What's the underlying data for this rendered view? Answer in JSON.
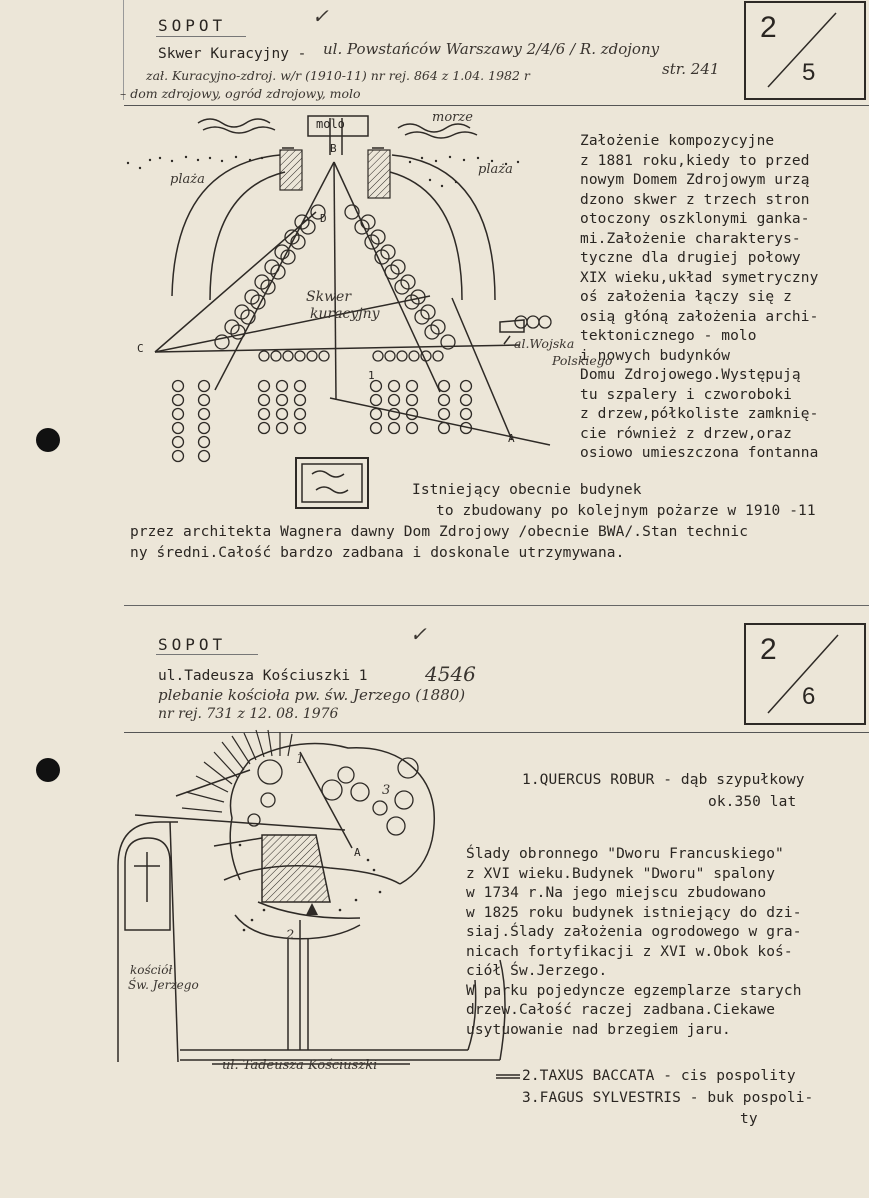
{
  "card1": {
    "city": "SOPOT",
    "check": "✓",
    "address_typed": "Skwer Kuracyjny -",
    "address_hand": "ul. Powstańców Warszawy 2/4/6 / R. zdojony",
    "hand_page": "str. 241",
    "hand_note_1": "zał. Kuracyjno-zdroj. w/r (1910-11) nr rej. 864 z 1.04. 1982 r",
    "hand_note_2": "– dom zdrojowy, ogród zdrojowy, molo",
    "card_number_top": "2",
    "card_number_bottom": "5",
    "map_labels": {
      "molo": "molo",
      "morze": "morze",
      "plaza_left": "plaża",
      "plaza_right": "plaża",
      "skwer": "Skwer",
      "kuracyjny": "kuracyjny",
      "wojska": "al.Wojska",
      "polskiego": "Polskiego",
      "b": "B",
      "c": "C",
      "d": "D",
      "a": "A",
      "one": "1"
    },
    "text_lines": [
      "Założenie kompozycyjne",
      "z 1881 roku,kiedy to przed",
      "nowym Domem Zdrojowym urzą",
      "dzono skwer z trzech stron",
      "otoczony oszklonymi ganka-",
      "mi.Założenie charakterys-",
      "tyczne dla drugiej połowy",
      "XIX wieku,układ symetryczny",
      "oś założenia łączy się z",
      "osią głóną założenia archi-",
      "tektonicznego - molo",
      "i nowych budynków",
      "Domu Zdrojowego.Występują",
      "tu szpalery i czworoboki",
      "z drzew,półkoliste zamknię-",
      "cie również z drzew,oraz",
      "osiowo umieszczona fontanna"
    ],
    "wide_lines": [
      "Istniejący obecnie budynek",
      "to zbudowany po kolejnym pożarze w 1910 -11",
      "przez architekta Wagnera dawny Dom Zdrojowy /obecnie BWA/.Stan technic",
      "ny średni.Całość bardzo zadbana i doskonale utrzymywana."
    ]
  },
  "card2": {
    "city": "SOPOT",
    "check": "✓",
    "address_typed": "ul.Tadeusza Kościuszki 1",
    "hand_number": "4546",
    "hand_note_1": "plebanie kościoła pw. św. Jerzego (1880)",
    "hand_note_2": "nr rej. 731 z 12. 08. 1976",
    "card_number_top": "2",
    "card_number_bottom": "6",
    "map_labels": {
      "kosciol_1": "kościół",
      "kosciol_2": "Św. Jerzego",
      "street": "ul. Tadeusza Kościuszki",
      "one": "1",
      "two": "2",
      "three": "3",
      "a": "A"
    },
    "species_1_a": "1.QUERCUS ROBUR - dąb szypułkowy",
    "species_1_b": "ok.350 lat",
    "text_lines": [
      "Ślady obronnego \"Dworu Francuskiego\"",
      "z XVI wieku.Budynek \"Dworu\" spalony",
      "w 1734 r.Na jego miejscu zbudowano",
      "w 1825 roku budynek istniejący do dzi-",
      "siaj.Ślady założenia ogrodowego w gra-",
      "nicach fortyfikacji z XVI w.Obok koś-",
      "ciół Św.Jerzego.",
      "W parku pojedyncze egzemplarze starych",
      "drzew.Całość raczej zadbana.Ciekawe",
      "usytuowanie nad brzegiem jaru."
    ],
    "species_2": "2.TAXUS BACCATA - cis pospolity",
    "species_3_a": "3.FAGUS SYLVESTRIS - buk pospoli-",
    "species_3_b": "ty"
  }
}
